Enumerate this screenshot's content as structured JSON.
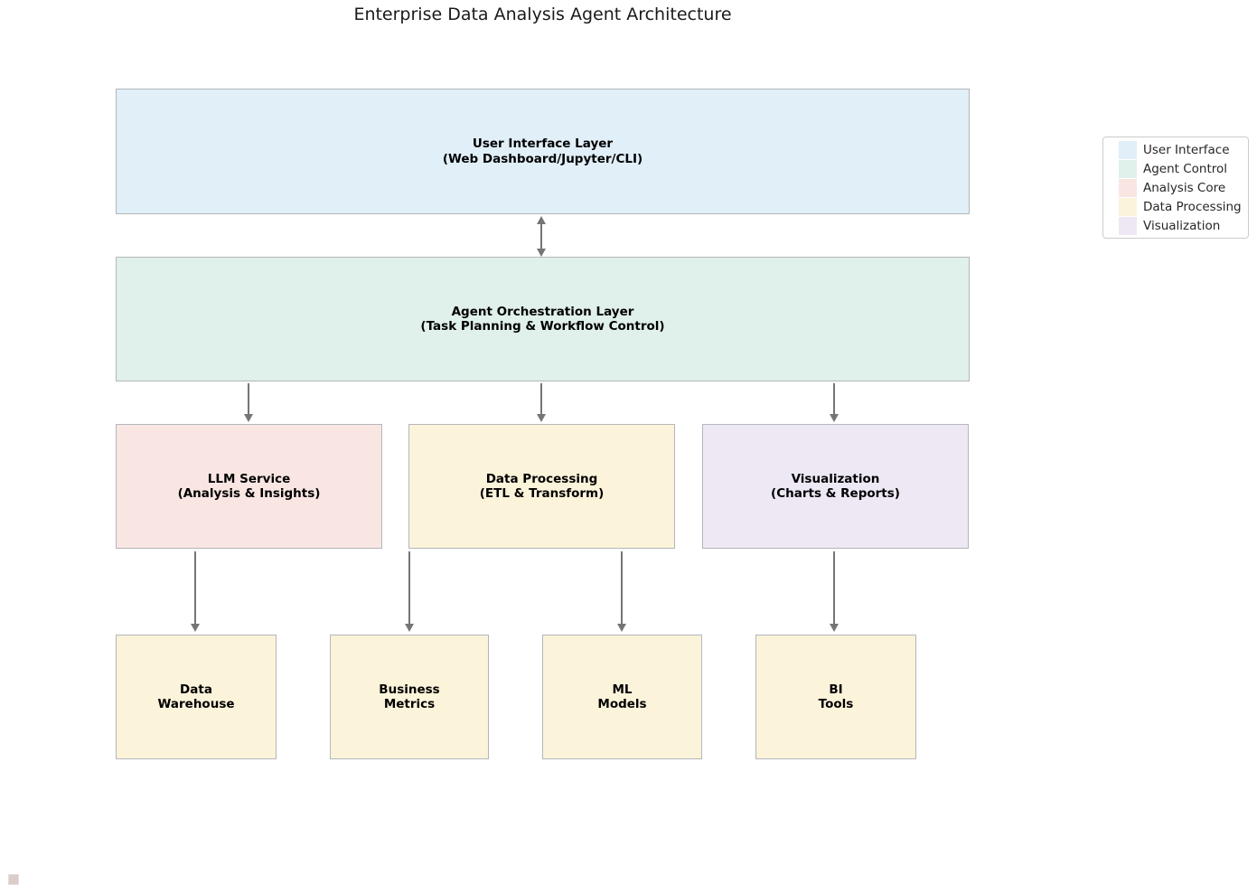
{
  "title": "Enterprise Data Analysis Agent Architecture",
  "nodes": {
    "ui_layer": {
      "title": "User Interface Layer",
      "subtitle": "(Web Dashboard/Jupyter/CLI)"
    },
    "orchestration": {
      "title": "Agent Orchestration Layer",
      "subtitle": "(Task Planning & Workflow Control)"
    },
    "llm_service": {
      "title": "LLM Service",
      "subtitle": "(Analysis & Insights)"
    },
    "data_processing": {
      "title": "Data Processing",
      "subtitle": "(ETL & Transform)"
    },
    "visualization": {
      "title": "Visualization",
      "subtitle": "(Charts & Reports)"
    },
    "data_warehouse": {
      "title": "Data",
      "subtitle": "Warehouse"
    },
    "business_metrics": {
      "title": "Business",
      "subtitle": "Metrics"
    },
    "ml_models": {
      "title": "ML",
      "subtitle": "Models"
    },
    "bi_tools": {
      "title": "BI",
      "subtitle": "Tools"
    }
  },
  "legend": {
    "items": [
      {
        "label": "User Interface"
      },
      {
        "label": "Agent Control"
      },
      {
        "label": "Analysis Core"
      },
      {
        "label": "Data Processing"
      },
      {
        "label": "Visualization"
      }
    ]
  },
  "colors": {
    "user_interface": "#e0eff8",
    "agent_control": "#e0f0ea",
    "analysis_core": "#f9e6e3",
    "data_processing": "#fbf3da",
    "visualization": "#eee8f5",
    "arrow": "#757575",
    "box_border": "#b3b7ba",
    "orphan_swatch": "#dbcdca"
  }
}
